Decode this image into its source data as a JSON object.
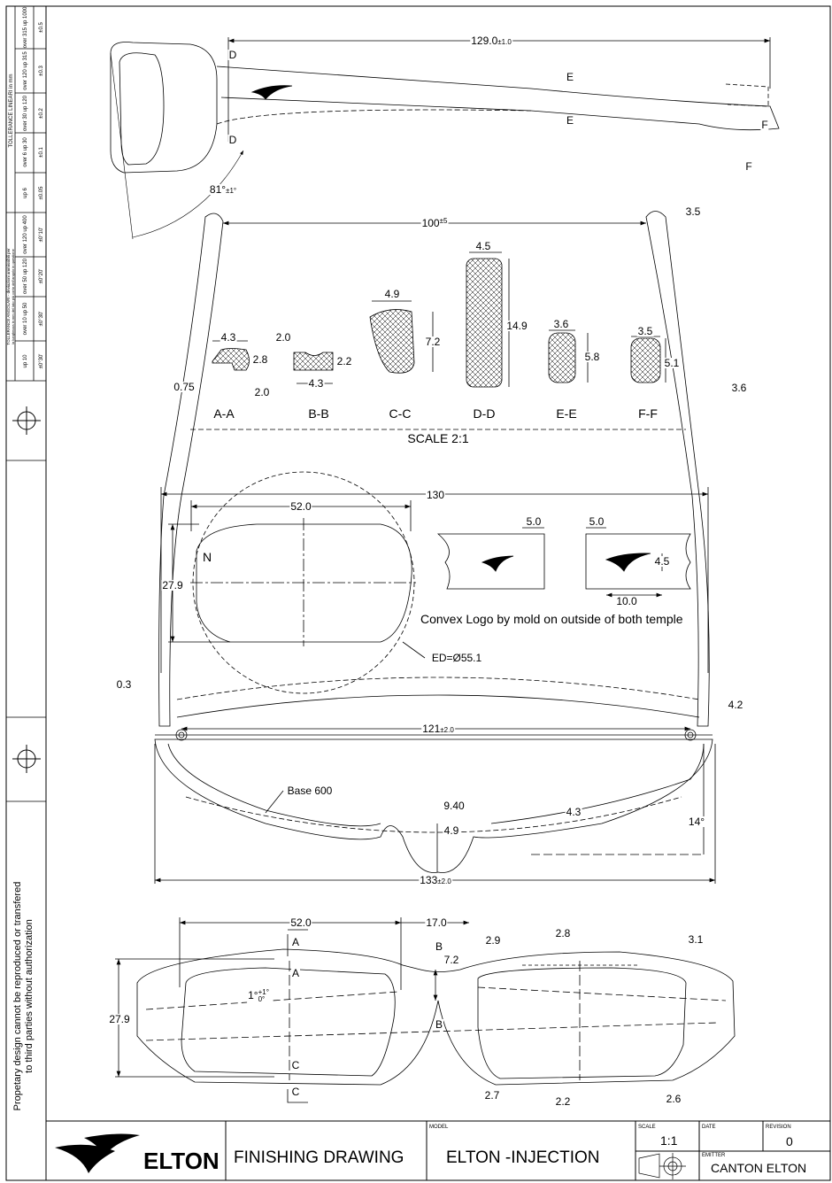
{
  "tolerance_table": {
    "linear_title": "TOLLERANCE LINEARI in mm",
    "linear": [
      {
        "range": "up 6",
        "tol": "±0.05"
      },
      {
        "range": "over 6 up 30",
        "tol": "±0.1"
      },
      {
        "range": "over 30 up 120",
        "tol": "±0.2"
      },
      {
        "range": "over 120 up 315",
        "tol": "±0.3"
      },
      {
        "range": "over 315 up 1000",
        "tol": "±0.5"
      }
    ],
    "angular_title": "TOLLERANCE ANGOLARI - deviazioni ammissibili per",
    "angular_subtitle": "la lunghezza in mm del lato più corto dell'angolo in questione",
    "angular": [
      {
        "range": "up 10",
        "tol": "±0°30'"
      },
      {
        "range": "over 10 up 50",
        "tol": "±0°30'"
      },
      {
        "range": "over 50 up 120",
        "tol": "±0°20'"
      },
      {
        "range": "over 120 up 400",
        "tol": "±0°10'"
      }
    ]
  },
  "side_note": [
    "Propetary design cannot be reproduced or transfered",
    "to third parties without authorization"
  ],
  "temple_view": {
    "length": "129.0",
    "length_tol": "±1.0",
    "angle": "81°",
    "angle_tol": "±1°",
    "section_marks": [
      "D",
      "D",
      "E",
      "E",
      "F",
      "F"
    ]
  },
  "top_view": {
    "temple_spread": "100",
    "temple_spread_tol": "±5",
    "tip_width": "3.5",
    "temple_width": "3.6",
    "hinge_width": "130",
    "lens_width": "52.0",
    "lens_height": "27.9",
    "lens_label": "N",
    "ed": "ED=Ø55.1",
    "logo_offset_a": "5.0",
    "logo_offset_b": "5.0",
    "logo_height": "4.5",
    "logo_length": "10.0",
    "logo_note": "Convex Logo by mold on outside of both temple",
    "gap_left": "0.3",
    "gap_right": "4.2",
    "hinge_span": "121",
    "hinge_span_tol": "±2.0",
    "base": "Base 600",
    "bridge_depth": "9.40",
    "rim_thickness": "4.3",
    "bridge_offset": "4.9",
    "wrap_angle": "14°",
    "overall_width": "133",
    "overall_width_tol": "±2.0"
  },
  "sections": {
    "scale": "SCALE  2:1",
    "items": [
      {
        "label": "A-A",
        "dims": [
          "4.3",
          "2.8",
          "0.75",
          "2.0"
        ]
      },
      {
        "label": "B-B",
        "dims": [
          "2.0",
          "2.2",
          "4.3"
        ]
      },
      {
        "label": "C-C",
        "dims": [
          "4.9",
          "7.2"
        ]
      },
      {
        "label": "D-D",
        "dims": [
          "4.5",
          "14.9"
        ]
      },
      {
        "label": "E-E",
        "dims": [
          "3.6",
          "5.8"
        ]
      },
      {
        "label": "F-F",
        "dims": [
          "3.5",
          "5.1"
        ]
      }
    ]
  },
  "front_view": {
    "lens_width": "52.0",
    "bridge": "17.0",
    "bridge_height": "7.2",
    "lens_height": "27.9",
    "tilt": "1°",
    "tilt_upper": "+1°",
    "tilt_lower": "0°",
    "marks": [
      "A",
      "A",
      "B",
      "B",
      "C",
      "C"
    ],
    "thickness": [
      "2.9",
      "2.8",
      "3.1",
      "2.7",
      "2.2",
      "2.6"
    ]
  },
  "title_block": {
    "brand": "ELTON",
    "drawing_title": "FINISHING DRAWING",
    "model_label": "MODEL",
    "model": "ELTON -INJECTION",
    "scale_label": "SCALE",
    "scale": "1:1",
    "date_label": "DATE",
    "date": "",
    "revision_label": "REVISION",
    "revision": "0",
    "emitter_label": "EMITTER",
    "emitter": "CANTON ELTON"
  }
}
